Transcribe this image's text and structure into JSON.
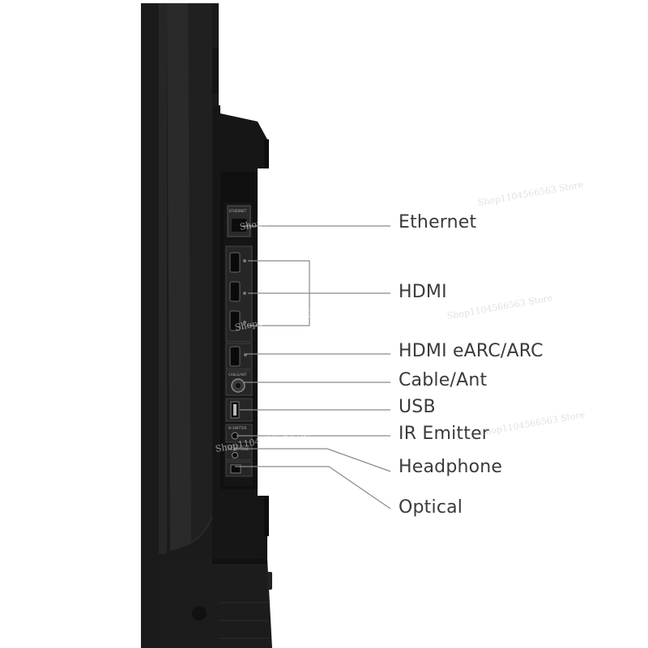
{
  "callouts": {
    "ethernet": "Ethernet",
    "hdmi": "HDMI",
    "hdmi_earc": "HDMI eARC/ARC",
    "cable_ant": "Cable/Ant",
    "usb": "USB",
    "ir_emitter": "IR Emitter",
    "headphone": "Headphone",
    "optical": "Optical"
  },
  "watermark": "Shop1104566563 Store",
  "panel_labels": {
    "ethernet": "ETHERNET",
    "cable_ant": "CABLE/ANT",
    "ir_emitter": "IR EMITTER",
    "headphone": "HEADPHONE"
  },
  "colors": {
    "bezel": "#1a1a1a",
    "panel": "#121212",
    "leader_line": "#8a8a8a",
    "callout_text": "#3a3a3a"
  }
}
